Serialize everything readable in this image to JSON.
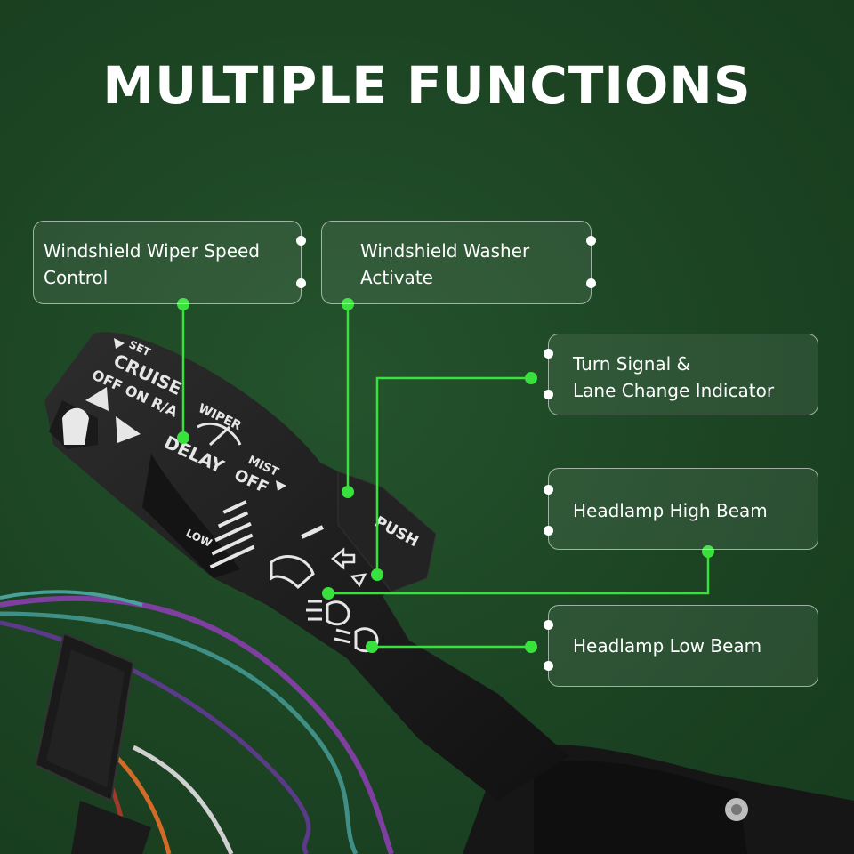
{
  "title": "MULTIPLE FUNCTIONS",
  "callouts": {
    "wiper_speed": {
      "line1": "Windshield Wiper Speed",
      "line2": "Control"
    },
    "washer": {
      "line1": "Windshield Washer",
      "line2": "Activate"
    },
    "turn_signal": {
      "line1": "Turn Signal &",
      "line2": "Lane Change Indicator"
    },
    "high_beam": {
      "line1": "Headlamp High Beam"
    },
    "low_beam": {
      "line1": "Headlamp Low Beam"
    }
  },
  "stalk_labels": {
    "set": "SET",
    "cruise": "CRUISE",
    "off_on_ra": "OFF ON R/A",
    "wiper": "WIPER",
    "delay": "DELAY",
    "mist": "MIST",
    "off": "OFF",
    "low": "LOW",
    "push": "PUSH"
  },
  "colors": {
    "background": "#1d4524",
    "leader": "#39e13c",
    "stalk": "#1e1e1e"
  },
  "icons": [
    "wiper-icon",
    "washer-icon",
    "turn-arrow-icon",
    "high-beam-icon",
    "low-beam-icon"
  ]
}
